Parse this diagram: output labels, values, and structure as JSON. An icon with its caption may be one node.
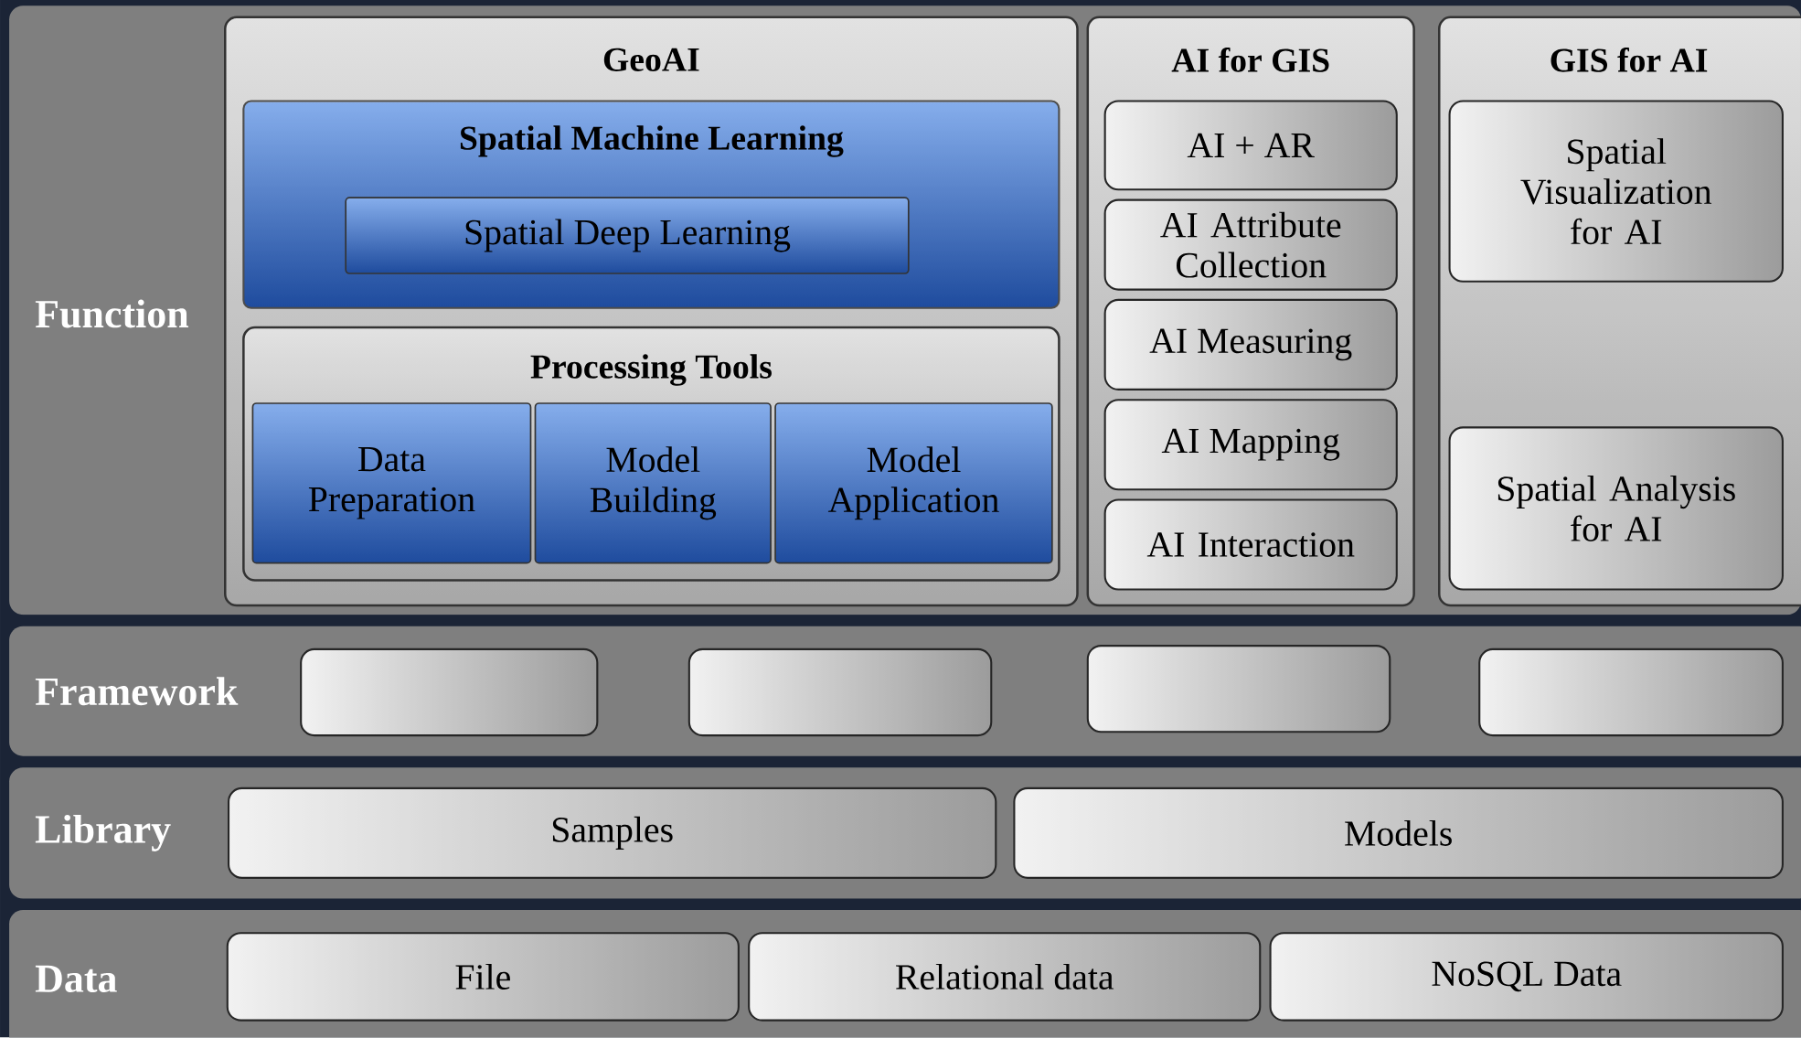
{
  "diagram": {
    "nodes": [
      {
        "text": [
          "Function"
        ]
      },
      {
        "text": [
          "GeoAI"
        ],
        "in": 0
      },
      {
        "text": [
          "Spatial Machine Learning"
        ],
        "in": 1
      },
      {
        "text": [
          "Spatial Deep Learning"
        ],
        "in": 2
      },
      {
        "text": [
          "Processing Tools"
        ],
        "in": 1
      },
      {
        "text": [
          "Data Preparation"
        ],
        "in": 4
      },
      {
        "text": [
          "Model Building"
        ],
        "in": 4
      },
      {
        "text": [
          "Model Application"
        ],
        "in": 4
      },
      {
        "text": [
          "AI for GIS"
        ],
        "in": 0
      },
      {
        "text": [
          "AI + AR"
        ],
        "in": 8
      },
      {
        "text": [
          "AI Attribute Collection"
        ],
        "in": 8
      },
      {
        "text": [
          "AI Measuring"
        ],
        "in": 8
      },
      {
        "text": [
          "AI Mapping"
        ],
        "in": 8
      },
      {
        "text": [
          "AI Interaction"
        ],
        "in": 8
      },
      {
        "text": [
          "GIS for AI"
        ],
        "in": 0
      },
      {
        "text": [
          "Spatial Visualization for AI"
        ],
        "in": 14
      },
      {
        "text": [
          "Spatial Analysis for AI"
        ],
        "in": 14
      },
      {
        "text": [
          "Framework"
        ]
      },
      {
        "text": [],
        "shape": "box",
        "in": 17
      },
      {
        "text": [],
        "shape": "box",
        "in": 17
      },
      {
        "text": [],
        "shape": "box",
        "in": 17
      },
      {
        "text": [],
        "shape": "box",
        "in": 17
      },
      {
        "text": [
          "Library"
        ]
      },
      {
        "text": [
          "Samples"
        ],
        "in": 22
      },
      {
        "text": [
          "Models"
        ],
        "in": 22
      },
      {
        "text": [
          "Data"
        ]
      },
      {
        "text": [
          "File"
        ],
        "in": 25
      },
      {
        "text": [
          "Relational data"
        ],
        "in": 25
      },
      {
        "text": [
          "NoSQL Data"
        ],
        "in": 25
      }
    ]
  }
}
